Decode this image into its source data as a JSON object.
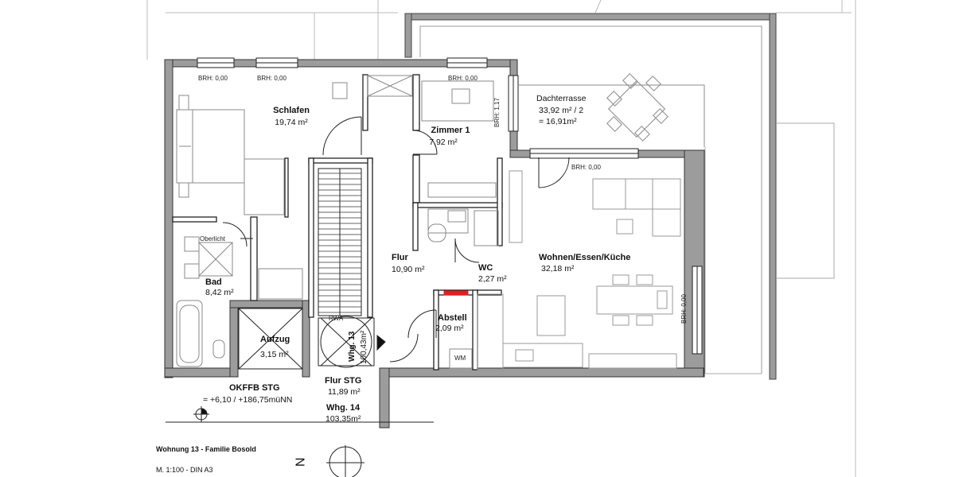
{
  "plan": {
    "apartment_title": "Wohnung 13 - Familie Bosold",
    "scale": "M. 1:100 - DIN A3",
    "north_label": "N"
  },
  "rooms": {
    "schlafen": {
      "name": "Schlafen",
      "area": "19,74 m²"
    },
    "zimmer1": {
      "name": "Zimmer 1",
      "area": "7,92 m²"
    },
    "dachterrasse": {
      "name": "Dachterrasse",
      "area": "33,92 m² / 2",
      "area2": "= 16,91m²"
    },
    "bad": {
      "name": "Bad",
      "area": "8,42 m²"
    },
    "flur": {
      "name": "Flur",
      "area": "10,90 m²"
    },
    "wc": {
      "name": "WC",
      "area": "2,27 m²"
    },
    "wohnen": {
      "name": "Wohnen/Essen/Küche",
      "area": "32,18 m²"
    },
    "abstell": {
      "name": "Abstell",
      "area": "2,09 m²"
    },
    "aufzug": {
      "name": "Aufzug",
      "area": "3,15 m²"
    },
    "flur_stg": {
      "name": "Flur STG",
      "area": "11,89 m²"
    }
  },
  "annotations": {
    "brh_1": "BRH: 0,00",
    "brh_2": "BRH: 0,00",
    "brh_3": "BRH: 0,00",
    "brh_4": "BRH: 1,17",
    "brh_5": "BRH: 0,00",
    "brh_6": "BRH: 0,00",
    "oberlicht": "Oberlicht",
    "rwa": "RWA",
    "wm": "WM",
    "whg13": "Whg. 13",
    "whg13_area": "100,43m²",
    "okffb_title": "OKFFB STG",
    "okffb_value": "= +6,10 / +186,75müNN",
    "whg14": "Whg. 14",
    "whg14_area": "103,35m²"
  },
  "colors": {
    "wall": "#8a8a8a",
    "line": "#222222",
    "furniture": "#9a9a9a",
    "accent": "#e02020"
  }
}
